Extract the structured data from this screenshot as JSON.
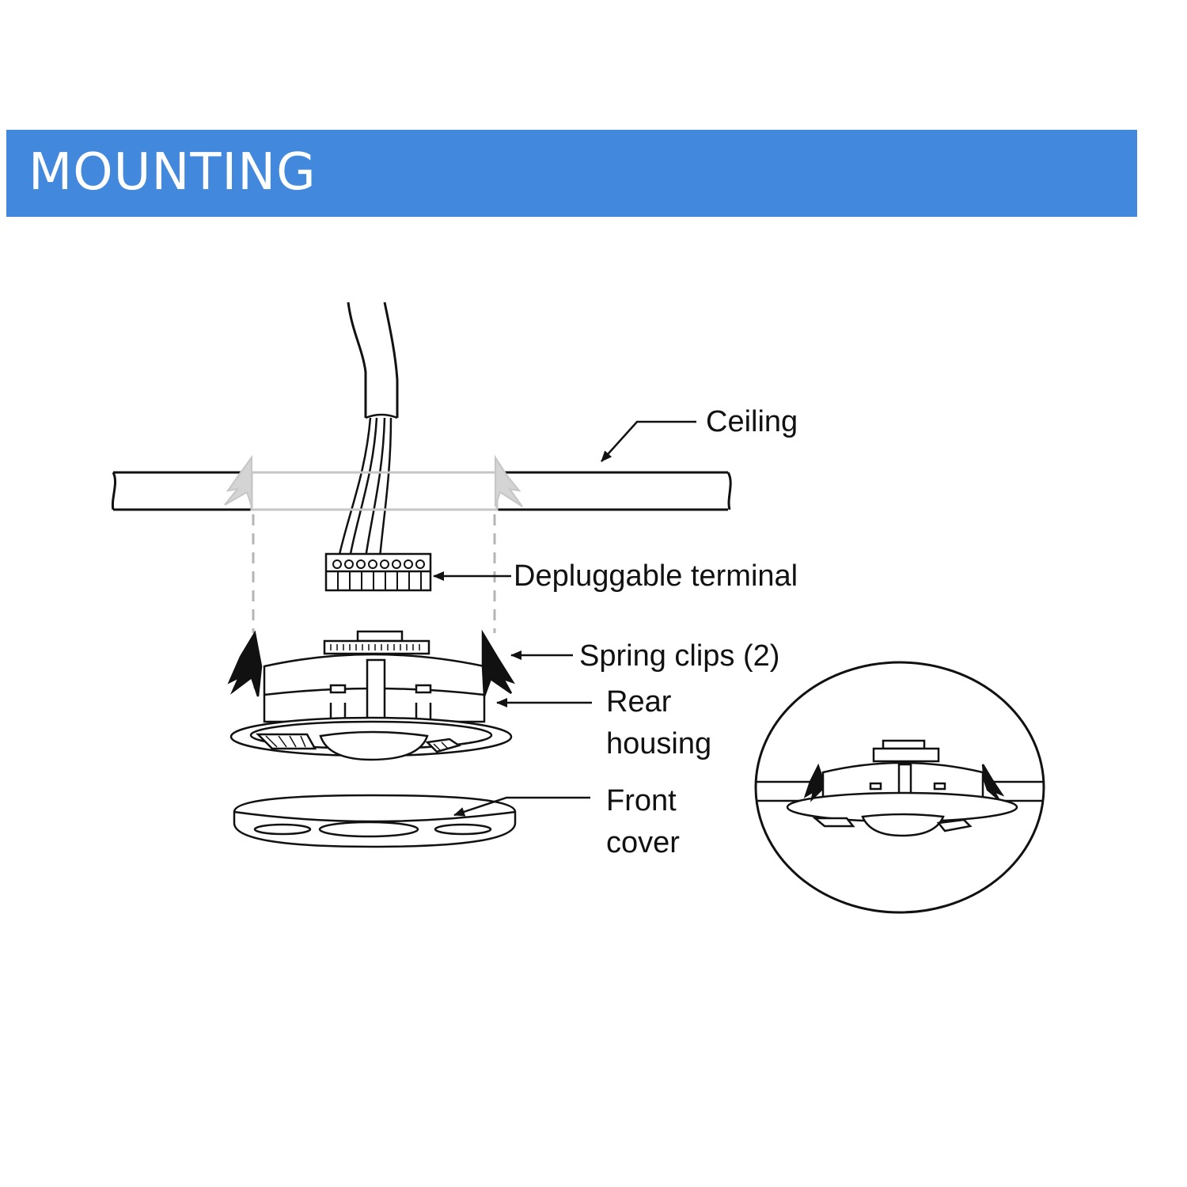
{
  "header": {
    "title": "MOUNTING"
  },
  "labels": {
    "ceiling": "Ceiling",
    "terminal": "Depluggable terminal",
    "spring_clips": "Spring clips (2)",
    "rear_housing_line1": "Rear",
    "rear_housing_line2": "housing",
    "front_cover_line1": "Front",
    "front_cover_line2": "cover"
  },
  "colors": {
    "banner": "#4289dd",
    "banner_text": "#ffffff",
    "line": "#111111",
    "guide": "#bdbdbd"
  }
}
